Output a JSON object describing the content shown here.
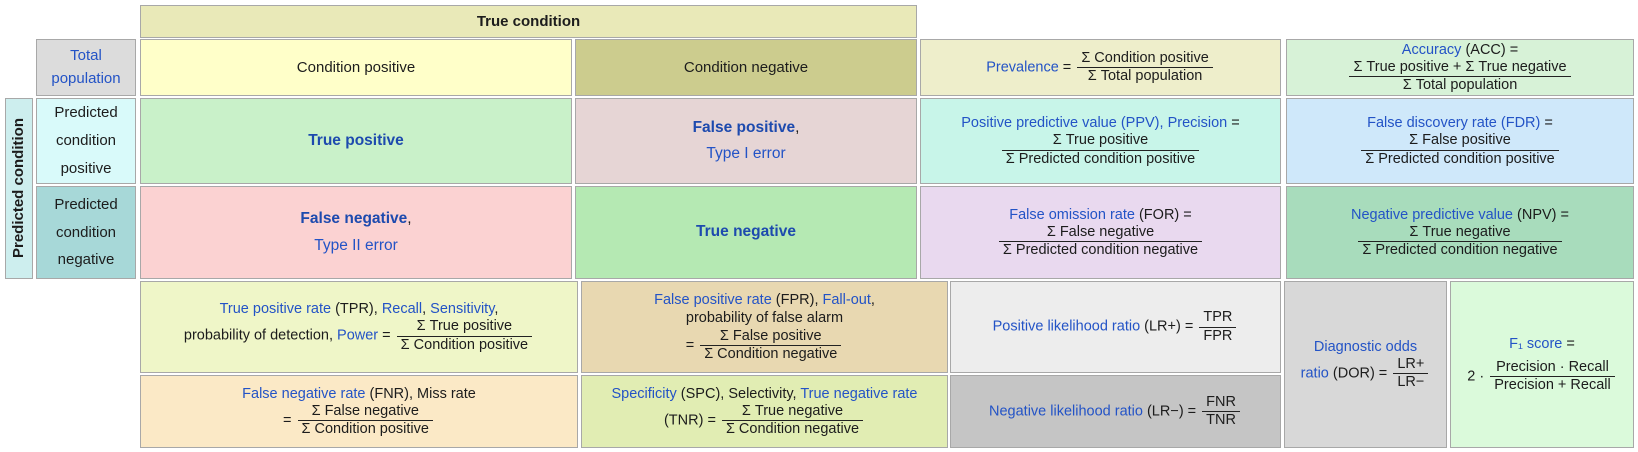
{
  "colors": {
    "link": "#2353c6",
    "link_bold": "#1d4aae",
    "border": "#a8a8a8",
    "text": "#1c1c1c"
  },
  "headers": {
    "true_condition": {
      "label": "True condition",
      "bg": "#e9e9b8"
    },
    "predicted_condition": {
      "label": "Predicted condition",
      "bg": "#cdeeee"
    }
  },
  "cells": {
    "total_population": {
      "label": "Total population",
      "bg": "#dcdcdc"
    },
    "condition_positive": {
      "label": "Condition positive",
      "bg": "#ffffc9"
    },
    "condition_negative": {
      "label": "Condition negative",
      "bg": "#cccc8e"
    },
    "prevalence": {
      "link": "Prevalence",
      "eq": " = ",
      "num": "Σ Condition positive",
      "den": "Σ Total population",
      "bg": "#eeeecb"
    },
    "accuracy": {
      "link": "Accuracy",
      "rest": " (ACC) =",
      "num": "Σ True positive + Σ True negative",
      "den": "Σ Total population",
      "bg": "#d7f2d7"
    },
    "predicted_positive": {
      "label": "Predicted condition positive",
      "bg": "#d9fafa"
    },
    "predicted_negative": {
      "label": "Predicted condition negative",
      "bg": "#a7d8d8"
    },
    "true_positive": {
      "link": "True positive",
      "bg": "#c9f1c9"
    },
    "false_positive": {
      "link": "False positive",
      "comma": ",",
      "sub": "Type I error",
      "bg": "#e6d5d5"
    },
    "false_negative": {
      "link": "False negative",
      "comma": ",",
      "sub": "Type II error",
      "bg": "#fbd2d2"
    },
    "true_negative": {
      "link": "True negative",
      "bg": "#b5e9b3"
    },
    "ppv": {
      "link1": "Positive predictive value (PPV), ",
      "link2": "Precision",
      "eq": " =",
      "num": "Σ True positive",
      "den": "Σ Predicted condition positive",
      "bg": "#c8f5e9"
    },
    "fdr": {
      "link": "False discovery rate (FDR)",
      "eq": " =",
      "num": "Σ False positive",
      "den": "Σ Predicted condition positive",
      "bg": "#cfe8fa"
    },
    "for": {
      "link": "False omission rate",
      "rest": " (FOR) =",
      "num": "Σ False negative",
      "den": "Σ Predicted condition negative",
      "bg": "#e9d9ef"
    },
    "npv": {
      "link": "Negative predictive value",
      "rest": " (NPV) =",
      "num": "Σ True negative",
      "den": "Σ Predicted condition negative",
      "bg": "#a8dcbc"
    },
    "tpr": {
      "link1": "True positive rate",
      "p1": " (TPR), ",
      "link2": "Recall",
      "p2": ", ",
      "link3": "Sensitivity",
      "p3": ",",
      "p4": "probability of detection, ",
      "link4": "Power",
      "eq": " = ",
      "num": "Σ True positive",
      "den": "Σ Condition positive",
      "bg": "#eff6c8"
    },
    "fpr": {
      "link1": "False positive rate",
      "p1": " (FPR), ",
      "link2": "Fall-out",
      "p2": ",",
      "line2": "probability of false alarm",
      "eq": "= ",
      "num": "Σ False positive",
      "den": "Σ Condition negative",
      "bg": "#e8d8b1"
    },
    "plr": {
      "link": "Positive likelihood ratio",
      "rest": " (LR+) = ",
      "num": "TPR",
      "den": "FPR",
      "bg": "#ededed"
    },
    "nlr": {
      "link": "Negative likelihood ratio",
      "rest": " (LR−) = ",
      "num": "FNR",
      "den": "TNR",
      "bg": "#c5c5c5"
    },
    "dor": {
      "link1": "Diagnostic odds",
      "link2": "ratio",
      "rest": " (DOR) = ",
      "num": "LR+",
      "den": "LR−",
      "bg": "#d8d8d8"
    },
    "f1": {
      "link": "F₁ score",
      "rest": " =",
      "coef": "2 · ",
      "num": "Precision · Recall",
      "den": "Precision + Recall",
      "bg": "#dbfadb"
    },
    "fnr": {
      "link": "False negative rate",
      "p1": " (FNR), Miss rate",
      "eq": "= ",
      "num": "Σ False negative",
      "den": "Σ Condition positive",
      "bg": "#fbe9c6"
    },
    "spc": {
      "link1": "Specificity",
      "p1": " (SPC), Selectivity, ",
      "link2": "True negative rate",
      "p2": "(TNR) = ",
      "num": "Σ True negative",
      "den": "Σ Condition negative",
      "bg": "#e1edb3"
    }
  }
}
